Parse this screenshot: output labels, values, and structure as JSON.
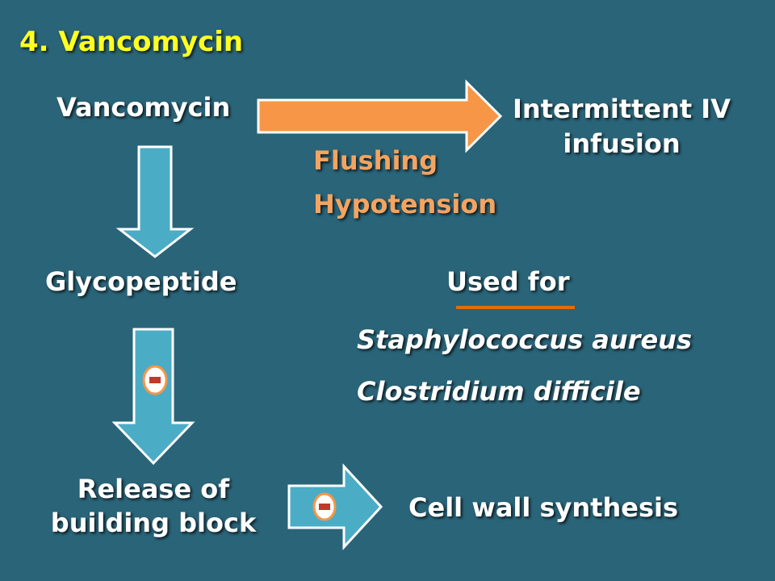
{
  "title": "4. Vancomycin",
  "nodes": {
    "vancomycin": "Vancomycin",
    "iv_line1": "Intermittent IV",
    "iv_line2": "infusion",
    "glycopeptide": "Glycopeptide",
    "release_line1": "Release of",
    "release_line2": "building block",
    "cell_wall": "Cell wall synthesis"
  },
  "side_effects": [
    "Flushing",
    "Hypotension"
  ],
  "used_for": {
    "heading": "Used for",
    "items": [
      "Staphylococcus aureus",
      "Clostridium difficile"
    ]
  },
  "inhibit_symbol": "−",
  "colors": {
    "background": "#2a6478",
    "title": "#ffff22",
    "orange_arrow": "#f79646",
    "blue_arrow": "#4bacc6",
    "side_effect_text": "#f4a460",
    "underline": "#e46c0a"
  }
}
